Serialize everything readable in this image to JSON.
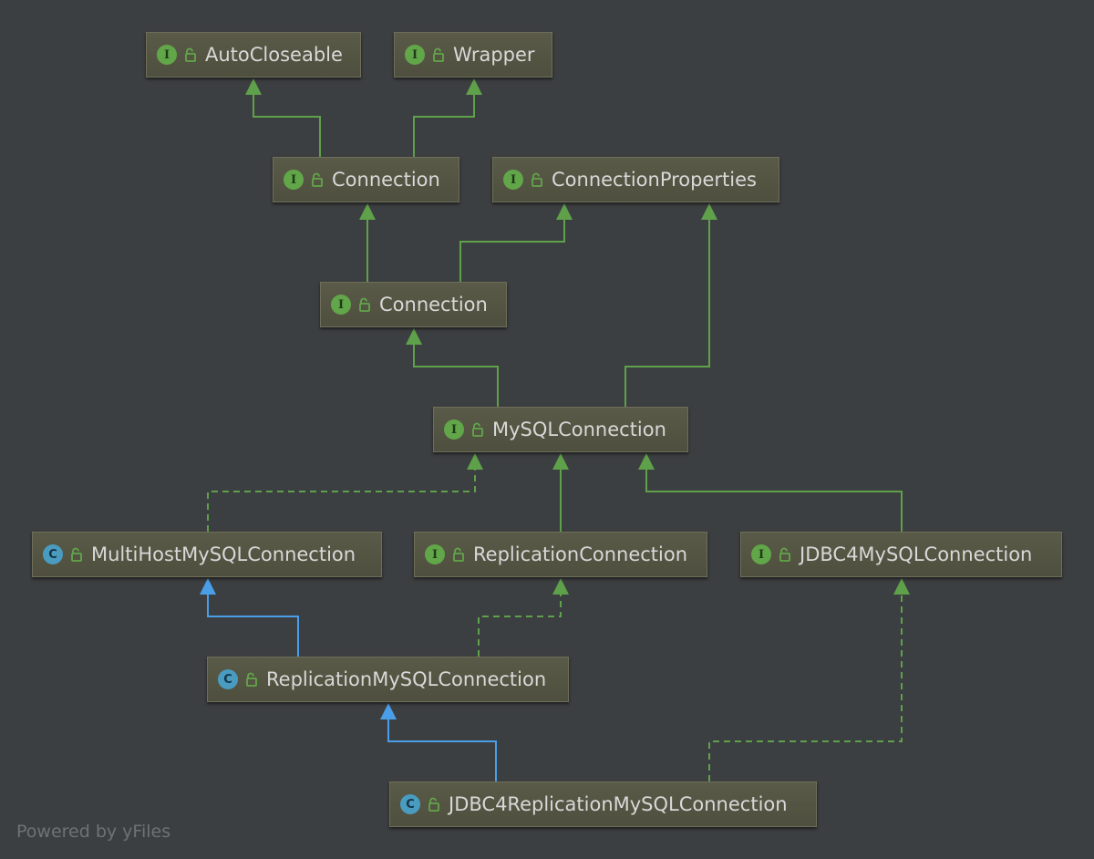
{
  "footer": "Powered by yFiles",
  "colors": {
    "background": "#3c3f41",
    "edge_green": "#5fa04a",
    "edge_blue": "#4a9ee8",
    "node_fill": "#545444",
    "node_border": "#6e6e5a",
    "text": "#d8d8d8",
    "interface_badge": "#62a64a",
    "class_badge": "#4a9bc0"
  },
  "badge_letters": {
    "interface": "I",
    "class": "C"
  },
  "nodes": [
    {
      "id": "autocloseable",
      "label": "AutoCloseable",
      "kind": "interface",
      "icon": "interface-icon"
    },
    {
      "id": "wrapper",
      "label": "Wrapper",
      "kind": "interface",
      "icon": "interface-icon"
    },
    {
      "id": "connection-sql",
      "label": "Connection",
      "kind": "interface",
      "icon": "interface-icon"
    },
    {
      "id": "connection-properties",
      "label": "ConnectionProperties",
      "kind": "interface",
      "icon": "interface-icon"
    },
    {
      "id": "connection-mysql",
      "label": "Connection",
      "kind": "interface",
      "icon": "interface-icon"
    },
    {
      "id": "mysql-connection",
      "label": "MySQLConnection",
      "kind": "interface",
      "icon": "interface-icon"
    },
    {
      "id": "multihost-mysql-connection",
      "label": "MultiHostMySQLConnection",
      "kind": "class",
      "icon": "class-icon"
    },
    {
      "id": "replication-connection",
      "label": "ReplicationConnection",
      "kind": "interface",
      "icon": "interface-icon"
    },
    {
      "id": "jdbc4-mysql-connection",
      "label": "JDBC4MySQLConnection",
      "kind": "interface",
      "icon": "interface-icon"
    },
    {
      "id": "replication-mysql-connection",
      "label": "ReplicationMySQLConnection",
      "kind": "class",
      "icon": "class-icon"
    },
    {
      "id": "jdbc4-replication-mysql-connection",
      "label": "JDBC4ReplicationMySQLConnection",
      "kind": "class",
      "icon": "class-icon"
    }
  ],
  "edges": [
    {
      "from": "connection-sql",
      "to": "autocloseable",
      "relation": "extends",
      "style": "solid-green"
    },
    {
      "from": "connection-sql",
      "to": "wrapper",
      "relation": "extends",
      "style": "solid-green"
    },
    {
      "from": "connection-mysql",
      "to": "connection-sql",
      "relation": "extends",
      "style": "solid-green"
    },
    {
      "from": "connection-mysql",
      "to": "connection-properties",
      "relation": "extends",
      "style": "solid-green"
    },
    {
      "from": "mysql-connection",
      "to": "connection-mysql",
      "relation": "extends",
      "style": "solid-green"
    },
    {
      "from": "mysql-connection",
      "to": "connection-properties",
      "relation": "extends",
      "style": "solid-green"
    },
    {
      "from": "multihost-mysql-connection",
      "to": "mysql-connection",
      "relation": "implements",
      "style": "dashed-green"
    },
    {
      "from": "replication-connection",
      "to": "mysql-connection",
      "relation": "extends",
      "style": "solid-green"
    },
    {
      "from": "jdbc4-mysql-connection",
      "to": "mysql-connection",
      "relation": "extends",
      "style": "solid-green"
    },
    {
      "from": "replication-mysql-connection",
      "to": "multihost-mysql-connection",
      "relation": "extends",
      "style": "solid-blue"
    },
    {
      "from": "replication-mysql-connection",
      "to": "replication-connection",
      "relation": "implements",
      "style": "dashed-green"
    },
    {
      "from": "jdbc4-replication-mysql-connection",
      "to": "replication-mysql-connection",
      "relation": "extends",
      "style": "solid-blue"
    },
    {
      "from": "jdbc4-replication-mysql-connection",
      "to": "jdbc4-mysql-connection",
      "relation": "implements",
      "style": "dashed-green"
    }
  ]
}
